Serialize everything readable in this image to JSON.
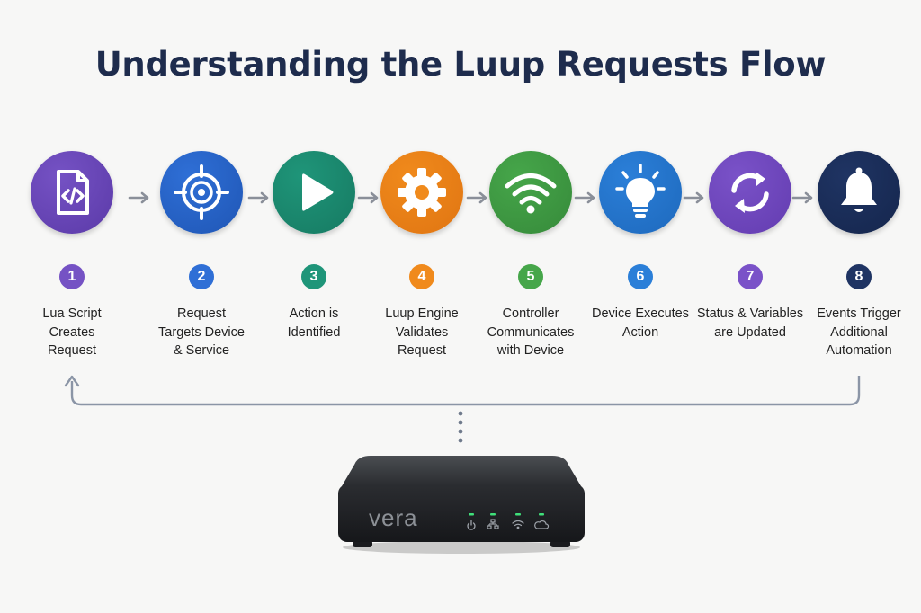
{
  "title": "Understanding the Luup Requests Flow",
  "steps": [
    {
      "number": "1",
      "label": "Lua Script\nCreates\nRequest",
      "icon": "code-file-icon",
      "color": "#7552c4",
      "color_dark": "#5b3aa8"
    },
    {
      "number": "2",
      "label": "Request\nTargets Device\n& Service",
      "icon": "target-icon",
      "color": "#2f6fd6",
      "color_dark": "#1f56b5"
    },
    {
      "number": "3",
      "label": "Action is\nIdentified",
      "icon": "play-icon",
      "color": "#1f9579",
      "color_dark": "#167a62"
    },
    {
      "number": "4",
      "label": "Luup Engine\nValidates\nRequest",
      "icon": "gear-icon",
      "color": "#f08a1c",
      "color_dark": "#e07512"
    },
    {
      "number": "5",
      "label": "Controller\nCommunicates\nwith Device",
      "icon": "wifi-icon",
      "color": "#46a64a",
      "color_dark": "#368a3a"
    },
    {
      "number": "6",
      "label": "Device Executes\nAction",
      "icon": "lightbulb-icon",
      "color": "#2b7fd8",
      "color_dark": "#1e69bd"
    },
    {
      "number": "7",
      "label": "Status & Variables\nare Updated",
      "icon": "refresh-icon",
      "color": "#7a52c8",
      "color_dark": "#633cb0"
    },
    {
      "number": "8",
      "label": "Events Trigger\nAdditional\nAutomation",
      "icon": "bell-icon",
      "color": "#1f3463",
      "color_dark": "#15264d"
    }
  ],
  "device": {
    "brand": "vera",
    "indicator_icons": [
      "power-icon",
      "network-icon",
      "wifi-icon",
      "cloud-icon"
    ],
    "led_color": "#3fe07a"
  }
}
